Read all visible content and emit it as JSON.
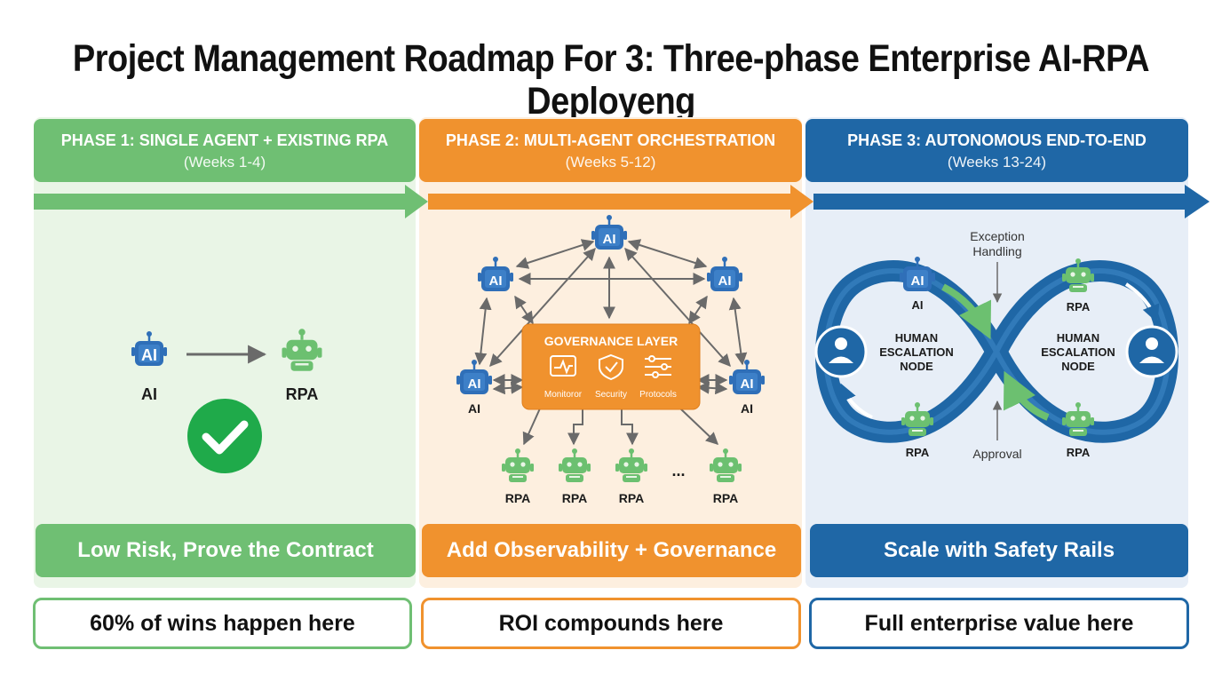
{
  "title": "Project Management Roadmap For 3: Three-phase Enterprise AI-RPA Deployeng",
  "phases": [
    {
      "title": "PHASE 1: SINGLE AGENT + EXISTING RPA",
      "weeks": "(Weeks 1-4)",
      "summary": "Low Risk, Prove the Contract",
      "note": "60% of wins happen here"
    },
    {
      "title": "PHASE 2: MULTI-AGENT ORCHESTRATION",
      "weeks": "(Weeks 5-12)",
      "summary": "Add Observability + Governance",
      "note": "ROI compounds here"
    },
    {
      "title": "PHASE 3: AUTONOMOUS END-TO-END",
      "weeks": "(Weeks 13-24)",
      "summary": "Scale with Safety Rails",
      "note": "Full enterprise value here"
    }
  ],
  "labels": {
    "ai": "AI",
    "rpa": "RPA",
    "ellipsis": "...",
    "governance": "GOVERNANCE LAYER",
    "monitor": "Monitoror",
    "security": "Security",
    "protocols": "Protocols",
    "human_line1": "HUMAN",
    "human_line2": "ESCALATION",
    "human_line3": "NODE",
    "exception_line1": "Exception",
    "exception_line2": "Handling",
    "approval": "Approval"
  },
  "colors": {
    "green": "#6fbf73",
    "orange": "#f0922e",
    "blue": "#1f67a6",
    "ai_blue": "#2f6fb8",
    "rpa_green": "#6cc070"
  }
}
